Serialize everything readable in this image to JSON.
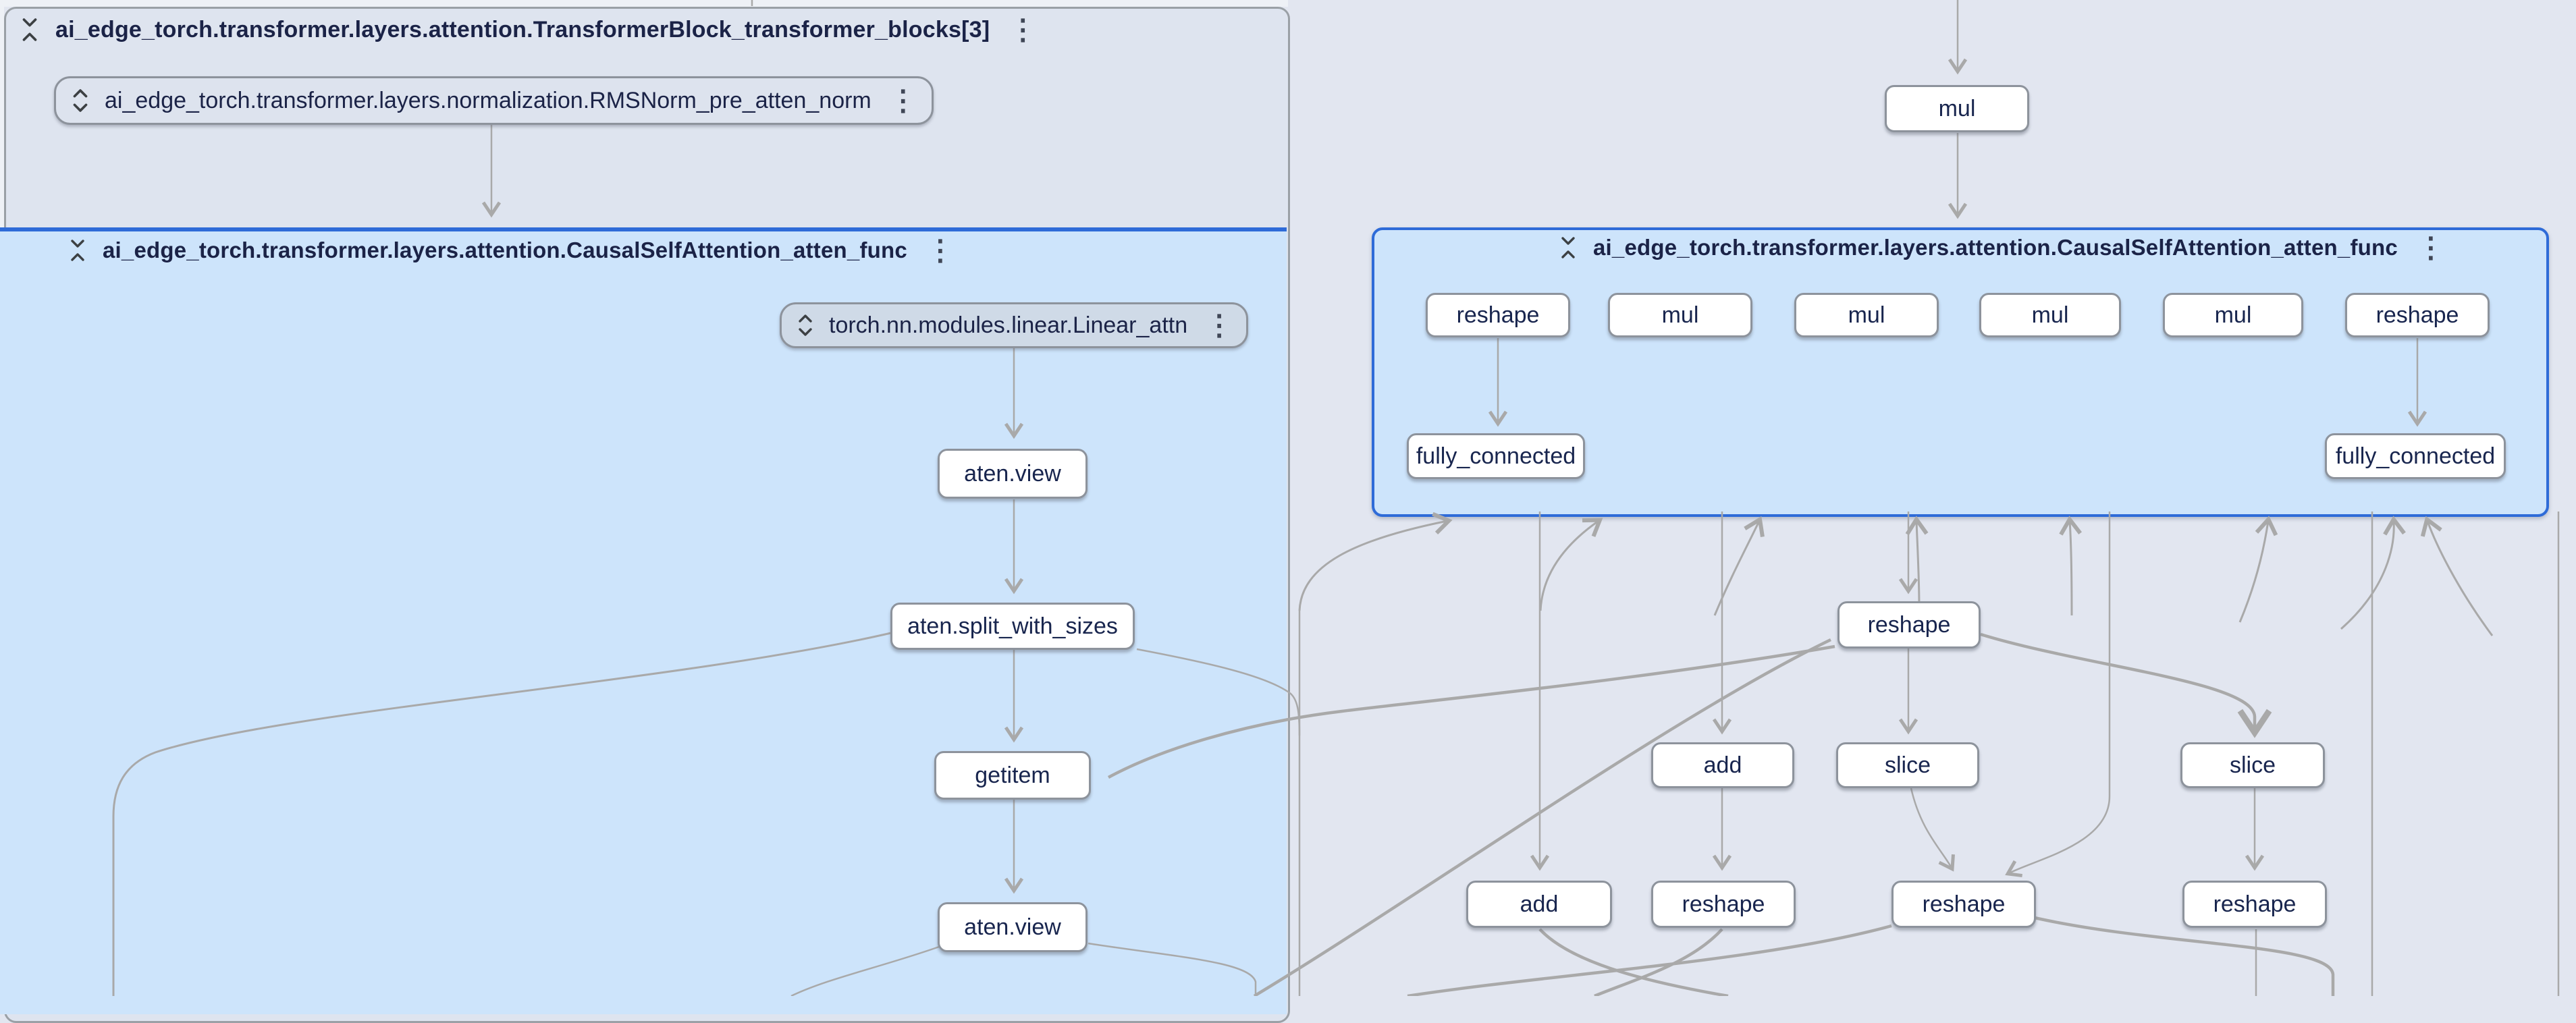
{
  "colors": {
    "canvas": "#e2e6f0",
    "group_background": "#dee4ef",
    "attention_panel_background": "#cde4fb",
    "selection_blue": "#2e6bd8",
    "node_border": "#8d939c",
    "edge_gray": "#a9a9a9",
    "label_text": "#1b2347"
  },
  "icons": {
    "collapse": "unfold-less-icon",
    "expand": "unfold-more-icon",
    "menu": "kebab-menu-icon"
  },
  "transformer_block": {
    "title": "ai_edge_torch.transformer.layers.attention.TransformerBlock_transformer_blocks[3]"
  },
  "rmsnorm": {
    "label": "ai_edge_torch.transformer.layers.normalization.RMSNorm_pre_atten_norm"
  },
  "left_panel": {
    "title": "ai_edge_torch.transformer.layers.attention.CausalSelfAttention_atten_func"
  },
  "linear": {
    "label": "torch.nn.modules.linear.Linear_attn"
  },
  "left_ops": [
    "aten.view",
    "aten.split_with_sizes",
    "getitem",
    "aten.view"
  ],
  "mul_label": "mul",
  "right_panel": {
    "title": "ai_edge_torch.transformer.layers.attention.CausalSelfAttention_atten_func",
    "row1": [
      "reshape",
      "mul",
      "mul",
      "mul",
      "mul",
      "reshape"
    ],
    "row2": [
      "fully_connected",
      "fully_connected"
    ]
  },
  "below": {
    "reshape_center": "reshape",
    "row3": [
      "add",
      "slice",
      "slice"
    ],
    "row4": [
      "add",
      "reshape",
      "reshape",
      "reshape"
    ]
  }
}
